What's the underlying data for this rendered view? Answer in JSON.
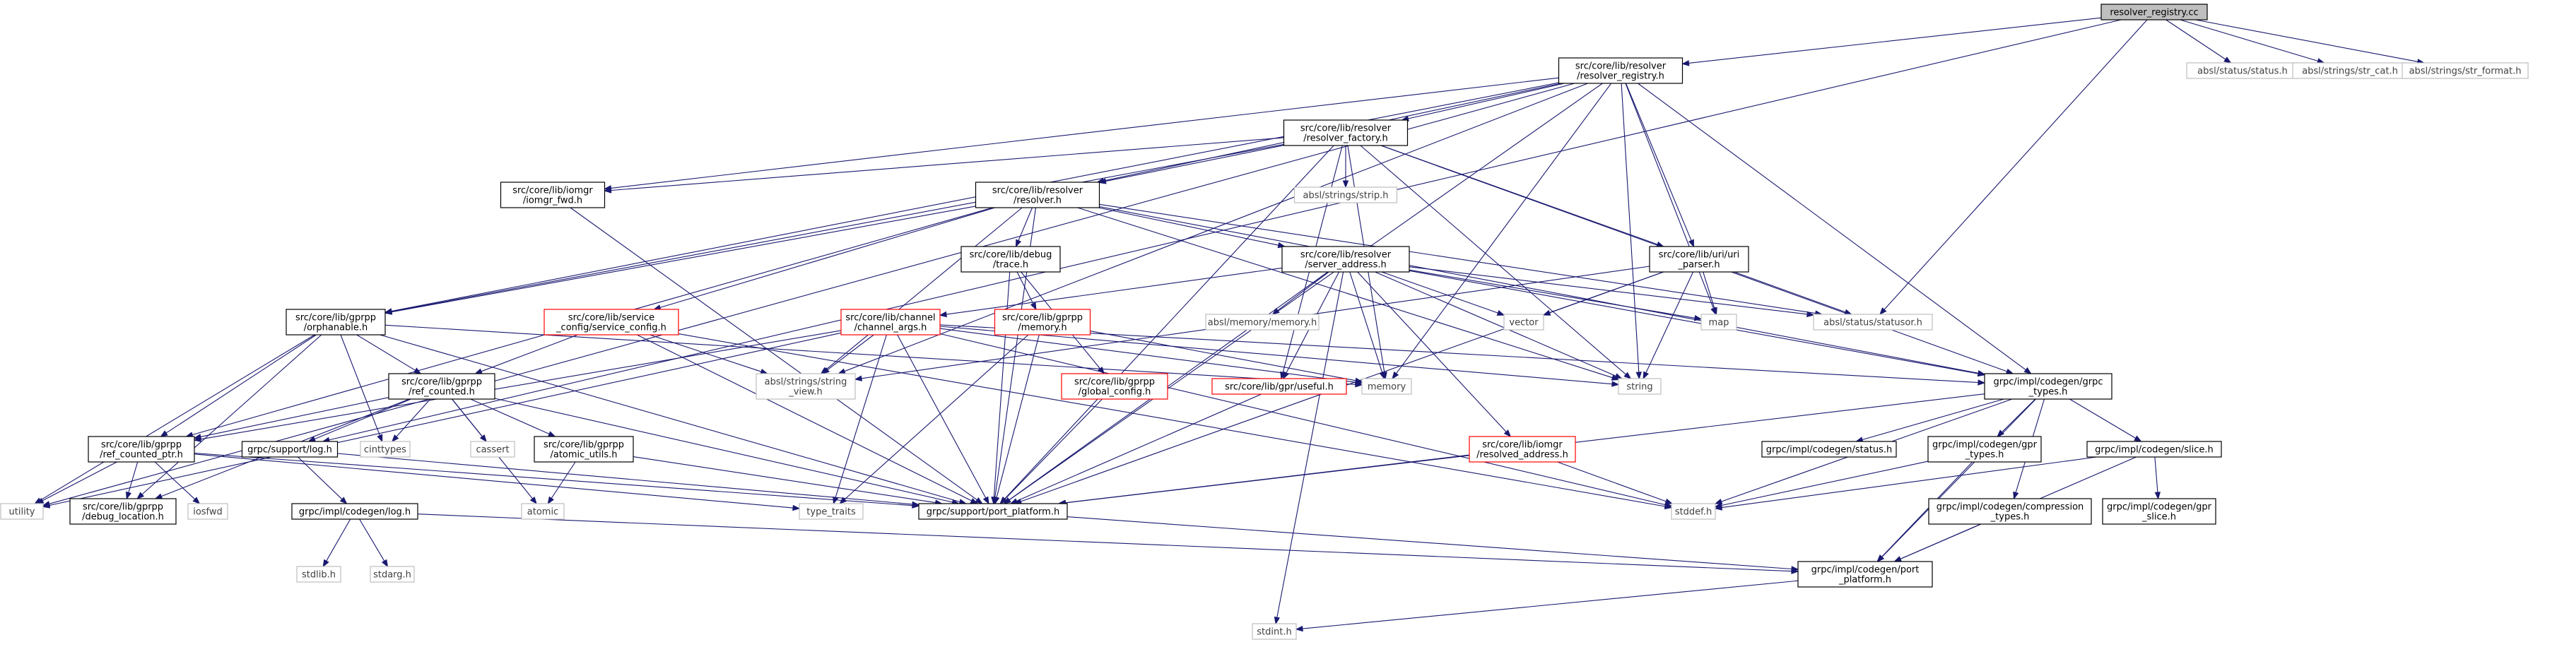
{
  "colors": {
    "edge": "#191970",
    "root_fill": "#bfbfbf",
    "root_border": "#000000",
    "documented_border": "#000000",
    "unresolved_border": "#ff0000",
    "external_border": "#bfbfbf",
    "external_text": "#404040",
    "text": "#000000"
  },
  "nodes": [
    {
      "id": "resolver_registry_cc",
      "lines": [
        "resolver_registry.cc"
      ],
      "kind": "root"
    },
    {
      "id": "resolver_registry_h",
      "lines": [
        "src/core/lib/resolver",
        "/resolver_registry.h"
      ],
      "kind": "doc"
    },
    {
      "id": "status_h",
      "lines": [
        "absl/status/status.h"
      ],
      "kind": "ext"
    },
    {
      "id": "str_cat_h",
      "lines": [
        "absl/strings/str_cat.h"
      ],
      "kind": "ext"
    },
    {
      "id": "str_format_h",
      "lines": [
        "absl/strings/str_format.h"
      ],
      "kind": "ext"
    },
    {
      "id": "resolver_factory_h",
      "lines": [
        "src/core/lib/resolver",
        "/resolver_factory.h"
      ],
      "kind": "doc"
    },
    {
      "id": "iomgr_fwd_h",
      "lines": [
        "src/core/lib/iomgr",
        "/iomgr_fwd.h"
      ],
      "kind": "doc"
    },
    {
      "id": "strip_h",
      "lines": [
        "absl/strings/strip.h"
      ],
      "kind": "ext"
    },
    {
      "id": "resolver_h",
      "lines": [
        "src/core/lib/resolver",
        "/resolver.h"
      ],
      "kind": "doc"
    },
    {
      "id": "debug_trace_h",
      "lines": [
        "src/core/lib/debug",
        "/trace.h"
      ],
      "kind": "doc"
    },
    {
      "id": "server_address_h",
      "lines": [
        "src/core/lib/resolver",
        "/server_address.h"
      ],
      "kind": "doc"
    },
    {
      "id": "uri_parser_h",
      "lines": [
        "src/core/lib/uri/uri",
        "_parser.h"
      ],
      "kind": "doc"
    },
    {
      "id": "orphanable_h",
      "lines": [
        "src/core/lib/gprpp",
        "/orphanable.h"
      ],
      "kind": "doc"
    },
    {
      "id": "service_config_h",
      "lines": [
        "src/core/lib/service",
        "_config/service_config.h"
      ],
      "kind": "red"
    },
    {
      "id": "channel_args_h",
      "lines": [
        "src/core/lib/channel",
        "/channel_args.h"
      ],
      "kind": "red"
    },
    {
      "id": "gprpp_memory_h",
      "lines": [
        "src/core/lib/gprpp",
        "/memory.h"
      ],
      "kind": "red"
    },
    {
      "id": "memory_memory_h",
      "lines": [
        "absl/memory/memory.h"
      ],
      "kind": "ext"
    },
    {
      "id": "vector",
      "lines": [
        "vector"
      ],
      "kind": "ext"
    },
    {
      "id": "map",
      "lines": [
        "map"
      ],
      "kind": "ext"
    },
    {
      "id": "statusor_h",
      "lines": [
        "absl/status/statusor.h"
      ],
      "kind": "ext"
    },
    {
      "id": "ref_counted_h",
      "lines": [
        "src/core/lib/gprpp",
        "/ref_counted.h"
      ],
      "kind": "doc"
    },
    {
      "id": "string_view_h",
      "lines": [
        "absl/strings/string",
        "_view.h"
      ],
      "kind": "ext"
    },
    {
      "id": "global_config_h",
      "lines": [
        "src/core/lib/gprpp",
        "/global_config.h"
      ],
      "kind": "red"
    },
    {
      "id": "useful_h",
      "lines": [
        "src/core/lib/gpr/useful.h"
      ],
      "kind": "red"
    },
    {
      "id": "memory",
      "lines": [
        "memory"
      ],
      "kind": "ext"
    },
    {
      "id": "string",
      "lines": [
        "string"
      ],
      "kind": "ext"
    },
    {
      "id": "grpc_types_h",
      "lines": [
        "grpc/impl/codegen/grpc",
        "_types.h"
      ],
      "kind": "doc"
    },
    {
      "id": "ref_counted_ptr_h",
      "lines": [
        "src/core/lib/gprpp",
        "/ref_counted_ptr.h"
      ],
      "kind": "doc"
    },
    {
      "id": "support_log_h",
      "lines": [
        "grpc/support/log.h"
      ],
      "kind": "doc"
    },
    {
      "id": "cinttypes",
      "lines": [
        "cinttypes"
      ],
      "kind": "ext"
    },
    {
      "id": "cassert",
      "lines": [
        "cassert"
      ],
      "kind": "ext"
    },
    {
      "id": "atomic_utils_h",
      "lines": [
        "src/core/lib/gprpp",
        "/atomic_utils.h"
      ],
      "kind": "doc"
    },
    {
      "id": "resolved_address_h",
      "lines": [
        "src/core/lib/iomgr",
        "/resolved_address.h"
      ],
      "kind": "red"
    },
    {
      "id": "codegen_status_h",
      "lines": [
        "grpc/impl/codegen/status.h"
      ],
      "kind": "doc"
    },
    {
      "id": "gpr_types_h",
      "lines": [
        "grpc/impl/codegen/gpr",
        "_types.h"
      ],
      "kind": "doc"
    },
    {
      "id": "slice_h",
      "lines": [
        "grpc/impl/codegen/slice.h"
      ],
      "kind": "doc"
    },
    {
      "id": "utility",
      "lines": [
        "utility"
      ],
      "kind": "ext"
    },
    {
      "id": "debug_location_h",
      "lines": [
        "src/core/lib/gprpp",
        "/debug_location.h"
      ],
      "kind": "doc"
    },
    {
      "id": "iosfwd",
      "lines": [
        "iosfwd"
      ],
      "kind": "ext"
    },
    {
      "id": "atomic",
      "lines": [
        "atomic"
      ],
      "kind": "ext"
    },
    {
      "id": "type_traits",
      "lines": [
        "type_traits"
      ],
      "kind": "ext"
    },
    {
      "id": "port_platform_h",
      "lines": [
        "grpc/support/port_platform.h"
      ],
      "kind": "doc"
    },
    {
      "id": "stddef_h",
      "lines": [
        "stddef.h"
      ],
      "kind": "ext"
    },
    {
      "id": "compression_types_h",
      "lines": [
        "grpc/impl/codegen/compression",
        "_types.h"
      ],
      "kind": "doc"
    },
    {
      "id": "gpr_slice_h",
      "lines": [
        "grpc/impl/codegen/gpr",
        "_slice.h"
      ],
      "kind": "doc"
    },
    {
      "id": "codegen_log_h",
      "lines": [
        "grpc/impl/codegen/log.h"
      ],
      "kind": "doc"
    },
    {
      "id": "stdlib_h",
      "lines": [
        "stdlib.h"
      ],
      "kind": "ext"
    },
    {
      "id": "stdarg_h",
      "lines": [
        "stdarg.h"
      ],
      "kind": "ext"
    },
    {
      "id": "codegen_port_platform_h",
      "lines": [
        "grpc/impl/codegen/port",
        "_platform.h"
      ],
      "kind": "doc"
    },
    {
      "id": "stdint_h",
      "lines": [
        "stdint.h"
      ],
      "kind": "ext"
    }
  ],
  "edges": [
    [
      "resolver_registry_cc",
      "resolver_registry_h"
    ],
    [
      "resolver_registry_cc",
      "status_h"
    ],
    [
      "resolver_registry_cc",
      "str_cat_h"
    ],
    [
      "resolver_registry_cc",
      "str_format_h"
    ],
    [
      "resolver_registry_cc",
      "statusor_h"
    ],
    [
      "resolver_registry_cc",
      "support_log_h"
    ],
    [
      "resolver_registry_h",
      "resolver_factory_h"
    ],
    [
      "resolver_registry_h",
      "iomgr_fwd_h"
    ],
    [
      "resolver_registry_h",
      "resolver_h"
    ],
    [
      "resolver_registry_h",
      "uri_parser_h"
    ],
    [
      "resolver_registry_h",
      "orphanable_h"
    ],
    [
      "resolver_registry_h",
      "string_view_h"
    ],
    [
      "resolver_registry_h",
      "map"
    ],
    [
      "resolver_registry_h",
      "memory"
    ],
    [
      "resolver_registry_h",
      "string"
    ],
    [
      "resolver_registry_h",
      "grpc_types_h"
    ],
    [
      "resolver_registry_h",
      "utility"
    ],
    [
      "resolver_registry_h",
      "port_platform_h"
    ],
    [
      "resolver_factory_h",
      "iomgr_fwd_h"
    ],
    [
      "resolver_factory_h",
      "strip_h"
    ],
    [
      "resolver_factory_h",
      "resolver_h"
    ],
    [
      "resolver_factory_h",
      "uri_parser_h"
    ],
    [
      "resolver_factory_h",
      "orphanable_h"
    ],
    [
      "resolver_factory_h",
      "useful_h"
    ],
    [
      "resolver_factory_h",
      "memory"
    ],
    [
      "resolver_factory_h",
      "string"
    ],
    [
      "resolver_factory_h",
      "grpc_types_h"
    ],
    [
      "resolver_factory_h",
      "port_platform_h"
    ],
    [
      "iomgr_fwd_h",
      "port_platform_h"
    ],
    [
      "resolver_h",
      "debug_trace_h"
    ],
    [
      "resolver_h",
      "server_address_h"
    ],
    [
      "resolver_h",
      "orphanable_h"
    ],
    [
      "resolver_h",
      "service_config_h"
    ],
    [
      "resolver_h",
      "ref_counted_ptr_h"
    ],
    [
      "resolver_h",
      "string_view_h"
    ],
    [
      "resolver_h",
      "statusor_h"
    ],
    [
      "resolver_h",
      "string"
    ],
    [
      "resolver_h",
      "grpc_types_h"
    ],
    [
      "resolver_h",
      "port_platform_h"
    ],
    [
      "debug_trace_h",
      "gprpp_memory_h"
    ],
    [
      "debug_trace_h",
      "global_config_h"
    ],
    [
      "debug_trace_h",
      "port_platform_h"
    ],
    [
      "server_address_h",
      "channel_args_h"
    ],
    [
      "server_address_h",
      "memory_memory_h"
    ],
    [
      "server_address_h",
      "vector"
    ],
    [
      "server_address_h",
      "map"
    ],
    [
      "server_address_h",
      "useful_h"
    ],
    [
      "server_address_h",
      "memory"
    ],
    [
      "server_address_h",
      "string"
    ],
    [
      "server_address_h",
      "resolved_address_h"
    ],
    [
      "server_address_h",
      "grpc_types_h"
    ],
    [
      "server_address_h",
      "port_platform_h"
    ],
    [
      "server_address_h",
      "statusor_h"
    ],
    [
      "server_address_h",
      "stdint_h"
    ],
    [
      "uri_parser_h",
      "vector"
    ],
    [
      "uri_parser_h",
      "map"
    ],
    [
      "uri_parser_h",
      "statusor_h"
    ],
    [
      "uri_parser_h",
      "string_view_h"
    ],
    [
      "uri_parser_h",
      "string"
    ],
    [
      "uri_parser_h",
      "port_platform_h"
    ],
    [
      "orphanable_h",
      "ref_counted_h"
    ],
    [
      "orphanable_h",
      "ref_counted_ptr_h"
    ],
    [
      "orphanable_h",
      "debug_location_h"
    ],
    [
      "orphanable_h",
      "cinttypes"
    ],
    [
      "orphanable_h",
      "memory"
    ],
    [
      "orphanable_h",
      "utility"
    ],
    [
      "orphanable_h",
      "port_platform_h"
    ],
    [
      "service_config_h",
      "ref_counted_h"
    ],
    [
      "service_config_h",
      "string_view_h"
    ],
    [
      "service_config_h",
      "port_platform_h"
    ],
    [
      "service_config_h",
      "stddef_h"
    ],
    [
      "channel_args_h",
      "ref_counted_ptr_h"
    ],
    [
      "channel_args_h",
      "string_view_h"
    ],
    [
      "channel_args_h",
      "memory"
    ],
    [
      "channel_args_h",
      "string"
    ],
    [
      "channel_args_h",
      "type_traits"
    ],
    [
      "channel_args_h",
      "grpc_types_h"
    ],
    [
      "channel_args_h",
      "port_platform_h"
    ],
    [
      "channel_args_h",
      "stddef_h"
    ],
    [
      "channel_args_h",
      "utility"
    ],
    [
      "gprpp_memory_h",
      "memory"
    ],
    [
      "gprpp_memory_h",
      "type_traits"
    ],
    [
      "gprpp_memory_h",
      "port_platform_h"
    ],
    [
      "ref_counted_h",
      "ref_counted_ptr_h"
    ],
    [
      "ref_counted_h",
      "atomic_utils_h"
    ],
    [
      "ref_counted_h",
      "debug_location_h"
    ],
    [
      "ref_counted_h",
      "support_log_h"
    ],
    [
      "ref_counted_h",
      "cinttypes"
    ],
    [
      "ref_counted_h",
      "cassert"
    ],
    [
      "ref_counted_h",
      "atomic"
    ],
    [
      "ref_counted_h",
      "port_platform_h"
    ],
    [
      "global_config_h",
      "port_platform_h"
    ],
    [
      "useful_h",
      "port_platform_h"
    ],
    [
      "grpc_types_h",
      "codegen_status_h"
    ],
    [
      "grpc_types_h",
      "gpr_types_h"
    ],
    [
      "grpc_types_h",
      "slice_h"
    ],
    [
      "grpc_types_h",
      "compression_types_h"
    ],
    [
      "grpc_types_h",
      "codegen_port_platform_h"
    ],
    [
      "grpc_types_h",
      "stddef_h"
    ],
    [
      "grpc_types_h",
      "port_platform_h"
    ],
    [
      "ref_counted_ptr_h",
      "debug_location_h"
    ],
    [
      "ref_counted_ptr_h",
      "iosfwd"
    ],
    [
      "ref_counted_ptr_h",
      "type_traits"
    ],
    [
      "ref_counted_ptr_h",
      "utility"
    ],
    [
      "ref_counted_ptr_h",
      "port_platform_h"
    ],
    [
      "support_log_h",
      "codegen_log_h"
    ],
    [
      "support_log_h",
      "port_platform_h"
    ],
    [
      "atomic_utils_h",
      "atomic"
    ],
    [
      "atomic_utils_h",
      "port_platform_h"
    ],
    [
      "resolved_address_h",
      "port_platform_h"
    ],
    [
      "resolved_address_h",
      "stddef_h"
    ],
    [
      "gpr_types_h",
      "stddef_h"
    ],
    [
      "gpr_types_h",
      "codegen_port_platform_h"
    ],
    [
      "slice_h",
      "gpr_slice_h"
    ],
    [
      "slice_h",
      "stddef_h"
    ],
    [
      "slice_h",
      "codegen_port_platform_h"
    ],
    [
      "compression_types_h",
      "codegen_port_platform_h"
    ],
    [
      "port_platform_h",
      "codegen_port_platform_h"
    ],
    [
      "codegen_log_h",
      "stdlib_h"
    ],
    [
      "codegen_log_h",
      "stdarg_h"
    ],
    [
      "codegen_log_h",
      "codegen_port_platform_h"
    ],
    [
      "codegen_port_platform_h",
      "stdint_h"
    ]
  ]
}
